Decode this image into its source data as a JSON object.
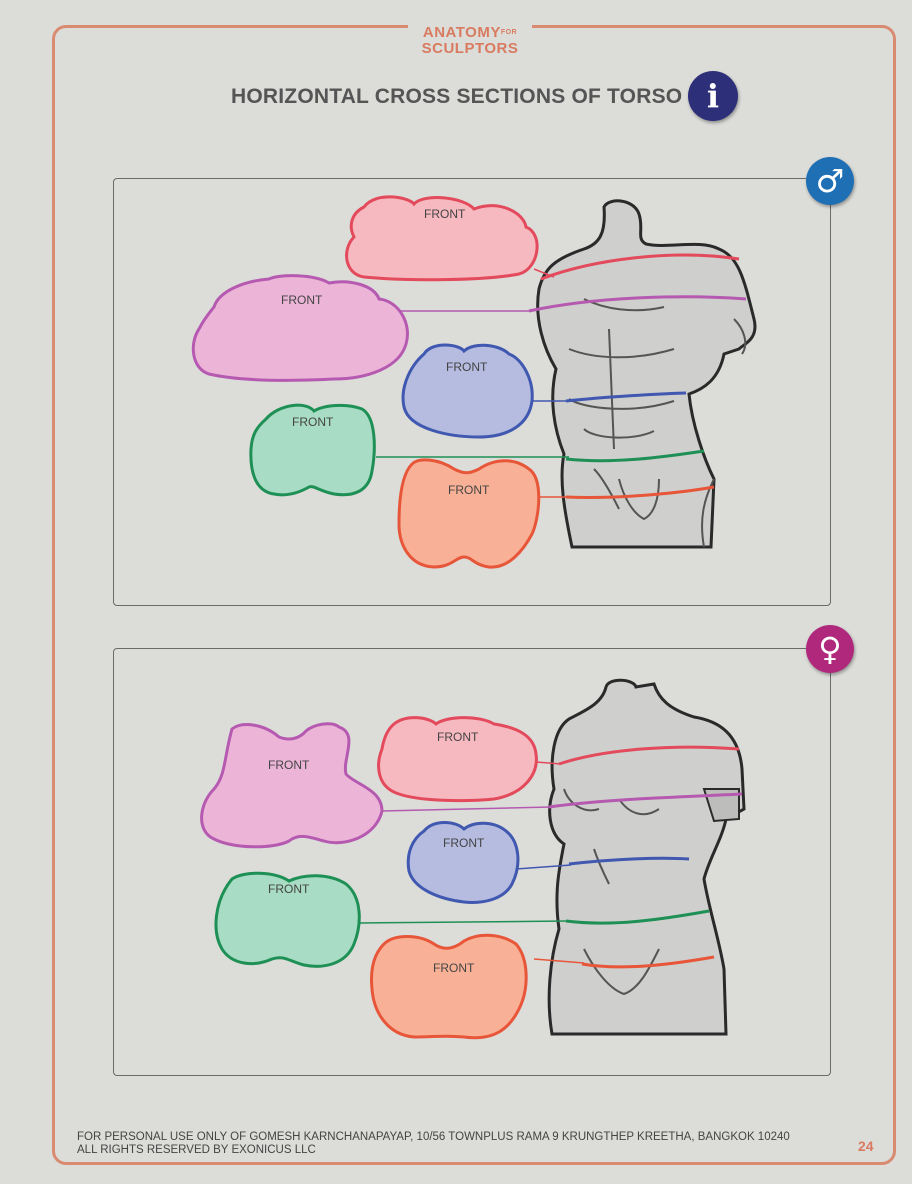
{
  "header": {
    "logo_line1": "ANATOMY",
    "logo_for": "FOR",
    "logo_line2": "SCULPTORS",
    "title": "HORIZONTAL CROSS SECTIONS OF TORSO",
    "info_icon": "i"
  },
  "male_panel": {
    "symbol": "♂",
    "sections": [
      {
        "label": "FRONT",
        "color": "#e34a5c"
      },
      {
        "label": "FRONT",
        "color": "#b55ab0"
      },
      {
        "label": "FRONT",
        "color": "#4058b0"
      },
      {
        "label": "FRONT",
        "color": "#1f9055"
      },
      {
        "label": "FRONT",
        "color": "#e8563a"
      }
    ]
  },
  "female_panel": {
    "symbol": "♀",
    "sections": [
      {
        "label": "FRONT",
        "color": "#b55ab0"
      },
      {
        "label": "FRONT",
        "color": "#e34a5c"
      },
      {
        "label": "FRONT",
        "color": "#4058b0"
      },
      {
        "label": "FRONT",
        "color": "#1f9055"
      },
      {
        "label": "FRONT",
        "color": "#e8563a"
      }
    ]
  },
  "footer": {
    "line1": "FOR PERSONAL USE ONLY OF GOMESH KARNCHANAPAYAP, 10/56 TOWNPLUS RAMA 9 KRUNGTHEP KREETHA, BANGKOK 10240",
    "line2": "ALL RIGHTS RESERVED BY EXONICUS LLC",
    "page_number": "24"
  }
}
